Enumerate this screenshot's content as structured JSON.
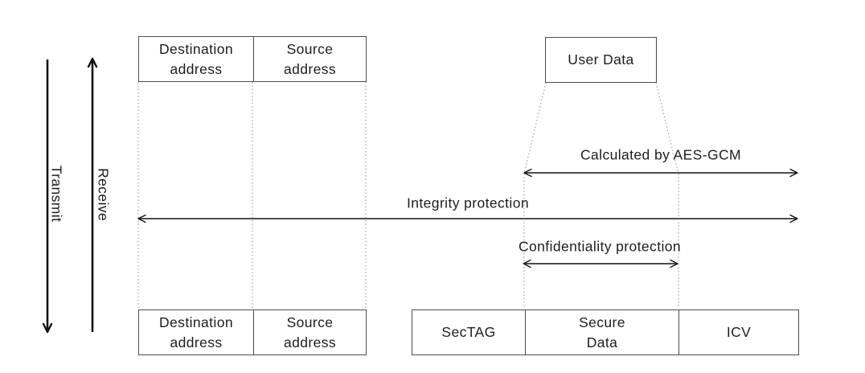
{
  "colors": {
    "ink": "#111111",
    "box_border": "#4d4d4d",
    "text": "#1d1d1d",
    "dotted_line": "#8c8c8c",
    "background": "#ffffff"
  },
  "direction_arrows": {
    "transmit_label": "Transmit",
    "receive_label": "Receive"
  },
  "plain_frame": {
    "cells": [
      {
        "label": "Destination\naddress"
      },
      {
        "label": "Source\naddress"
      }
    ]
  },
  "user_data_box": {
    "label": "User Data"
  },
  "scope_annotations": {
    "aes_gcm": "Calculated by AES-GCM",
    "integrity": "Integrity protection",
    "confidentiality": "Confidentiality protection"
  },
  "secure_frame": {
    "header_cells": [
      {
        "label": "Destination\naddress"
      },
      {
        "label": "Source\naddress"
      }
    ],
    "payload_cells": [
      {
        "label": "SecTAG"
      },
      {
        "label": "Secure\nData"
      },
      {
        "label": "ICV"
      }
    ]
  }
}
